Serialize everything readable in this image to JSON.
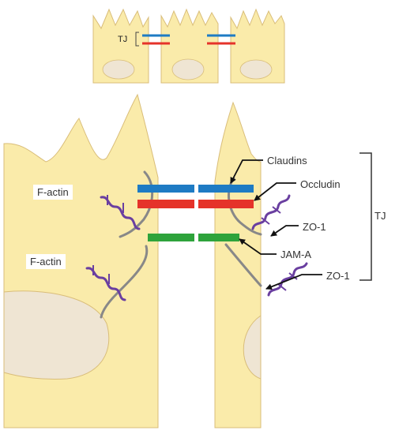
{
  "diagram": {
    "overview_label": "TJ",
    "bracket_label": "TJ",
    "labels": {
      "f_actin_upper": "F-actin",
      "f_actin_lower": "F-actin",
      "claudins": "Claudins",
      "occludin": "Occludin",
      "zo1_upper": "ZO-1",
      "jam_a": "JAM-A",
      "zo1_lower": "ZO-1"
    }
  },
  "colors": {
    "cell_fill": "#FAEBAA",
    "cell_outline": "#D9BD79",
    "nucleus_fill": "#EFE5D3",
    "claudin_blue": "#1E7BC4",
    "occludin_red": "#E5332A",
    "jam_green": "#2EA33B",
    "f_actin_purple": "#6A3FA0",
    "zo1_gray": "#888888",
    "arrow_black": "#111111"
  }
}
